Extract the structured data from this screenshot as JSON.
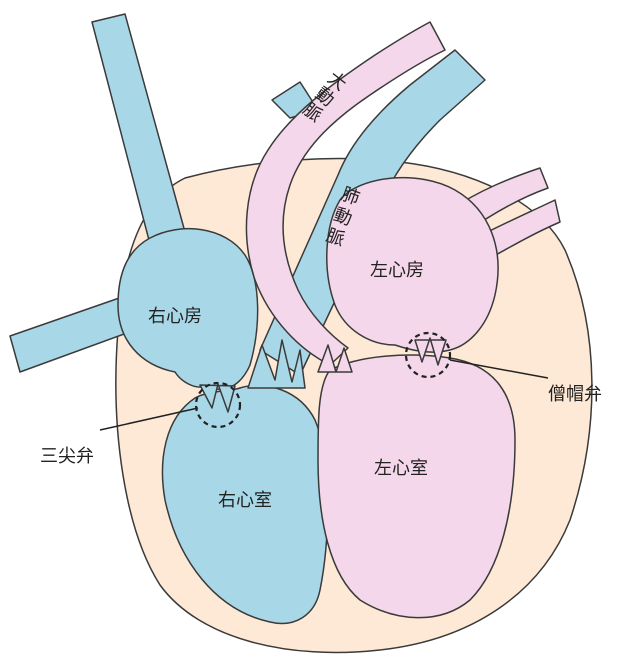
{
  "colors": {
    "background": "#ffffff",
    "heart_wall": "#fde9d6",
    "right_side_blue": "#a8d8e8",
    "left_side_pink": "#f4d7ea",
    "outline": "#3a3a3a",
    "valve_circle": "#222222"
  },
  "labels": {
    "right_atrium": "右心房",
    "right_ventricle": "右心室",
    "left_atrium": "左心房",
    "left_ventricle": "左心室",
    "aorta_chars": [
      "大",
      "動",
      "脈"
    ],
    "pulmonary_artery_chars": [
      "肺",
      "動",
      "脈"
    ],
    "tricuspid_valve": "三尖弁",
    "mitral_valve": "僧帽弁"
  }
}
